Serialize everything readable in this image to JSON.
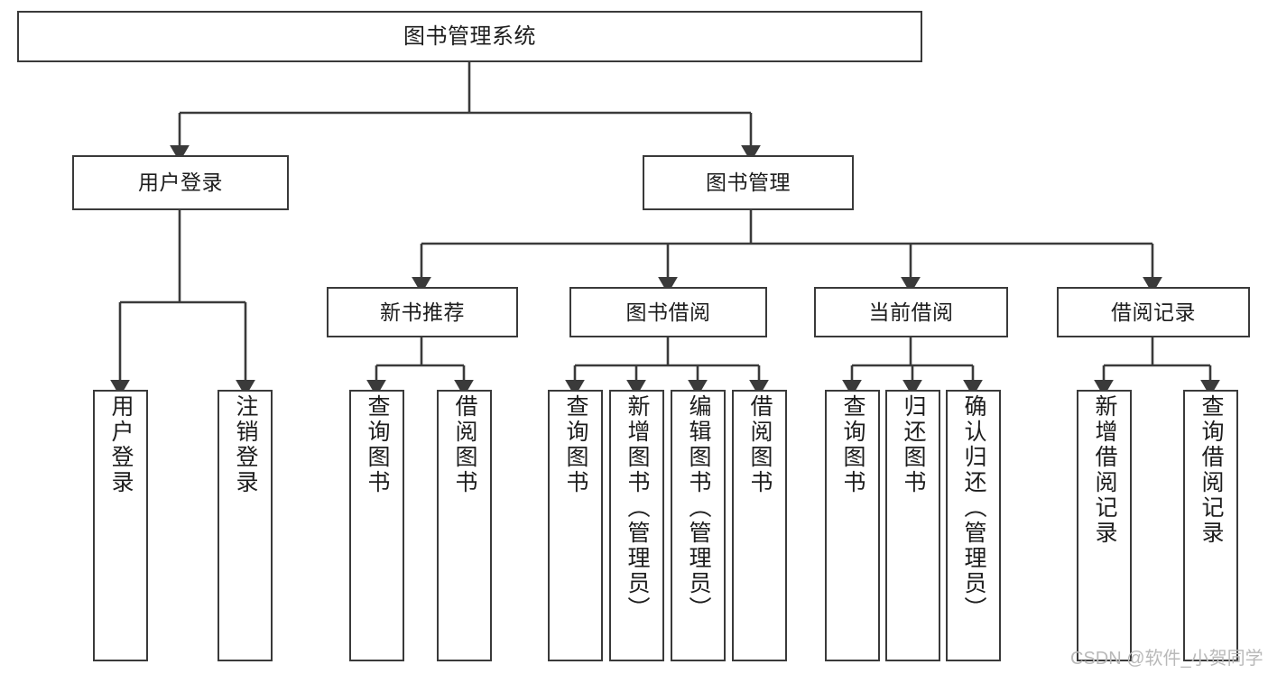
{
  "diagram": {
    "title": "图书管理系统",
    "type": "tree-hierarchy",
    "orientation": "top-down",
    "colors": {
      "node_border": "#3a3a3a",
      "node_fill": "#ffffff",
      "edge": "#3a3a3a",
      "text": "#1d1d1d",
      "background": "#ffffff",
      "watermark": "#b9b9b9"
    },
    "nodes": {
      "root": {
        "label": "图书管理系统"
      },
      "level2": [
        {
          "label": "用户登录"
        },
        {
          "label": "图书管理"
        }
      ],
      "level3": [
        {
          "label": "新书推荐"
        },
        {
          "label": "图书借阅"
        },
        {
          "label": "当前借阅"
        },
        {
          "label": "借阅记录"
        }
      ],
      "leaves": {
        "user_login": [
          {
            "label": "用户登录"
          },
          {
            "label": "注销登录"
          }
        ],
        "new_book_recommend": [
          {
            "label": "查询图书"
          },
          {
            "label": "借阅图书"
          }
        ],
        "book_borrow": [
          {
            "label": "查询图书"
          },
          {
            "label": "新增图书（管理员）"
          },
          {
            "label": "编辑图书（管理员）"
          },
          {
            "label": "借阅图书"
          }
        ],
        "current_borrow": [
          {
            "label": "查询图书"
          },
          {
            "label": "归还图书"
          },
          {
            "label": "确认归还（管理员）"
          }
        ],
        "borrow_record": [
          {
            "label": "新增借阅记录"
          },
          {
            "label": "查询借阅记录"
          }
        ]
      }
    },
    "watermark": "CSDN @软件_小贺同学"
  }
}
